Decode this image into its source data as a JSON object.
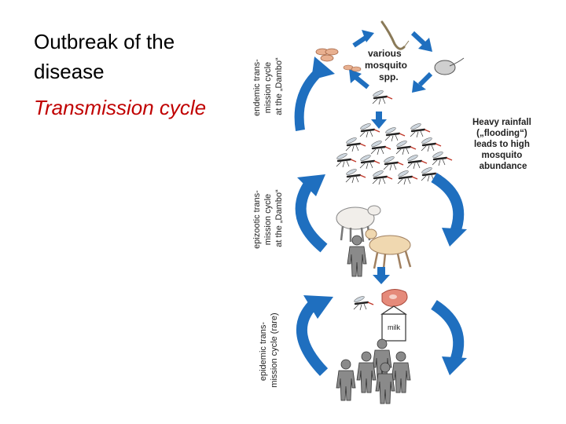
{
  "slide": {
    "title": "Outbreak of the disease",
    "subtitle": "Transmission cycle"
  },
  "diagram": {
    "mosquito_label": [
      "various",
      "mosquito",
      "spp."
    ],
    "rainfall_label": [
      "Heavy rainfall",
      "(„flooding“)",
      "leads to high",
      "mosquito",
      "abundance"
    ],
    "endemic_label": [
      "endemic trans-",
      "mission cycle",
      "at the „Dambo“"
    ],
    "epizootic_label": [
      "epizootic trans-",
      "mission cycle",
      "at the „Dambo“"
    ],
    "epidemic_label": [
      "epidemic trans-",
      "mission cycle (rare)"
    ],
    "milk_label": "milk",
    "colors": {
      "arrow": "#1f6fbf",
      "arrow_dark": "#165a9e",
      "person": "#8a8a8a",
      "mosquito": "#222222",
      "accent": "#c0392b"
    }
  }
}
